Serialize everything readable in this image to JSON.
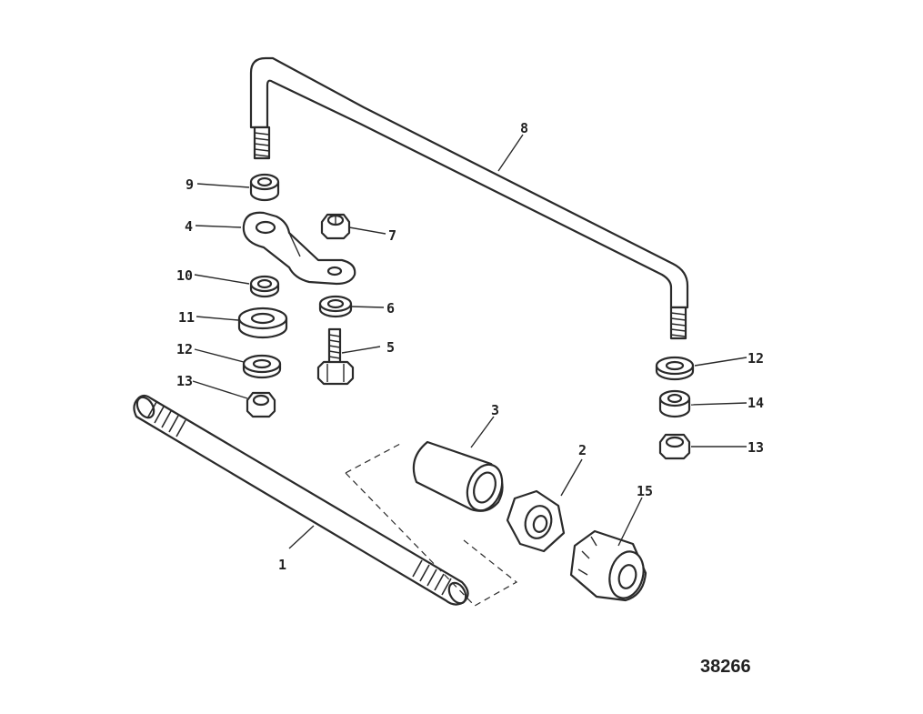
{
  "figure_number": "38266",
  "callouts": {
    "c1": "1",
    "c2": "2",
    "c3": "3",
    "c4": "4",
    "c5": "5",
    "c6": "6",
    "c7": "7",
    "c8": "8",
    "c9": "9",
    "c10": "10",
    "c11": "11",
    "c12_left": "12",
    "c13_left": "13",
    "c12_right": "12",
    "c14": "14",
    "c13_right": "13",
    "c15": "15"
  }
}
